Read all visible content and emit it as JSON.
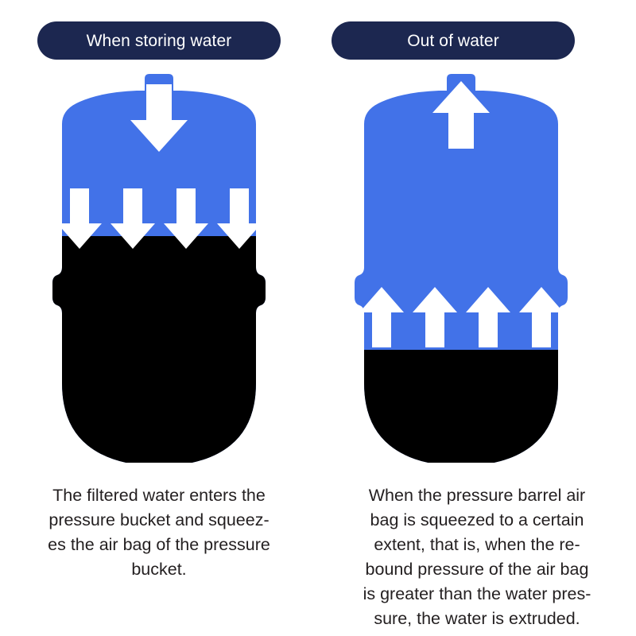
{
  "meta": {
    "figure_title": "Pressure tank (pressure bucket) operation diagram",
    "background_color": "#ffffff"
  },
  "colors": {
    "pill_navy": "#1c2750",
    "pill_text": "#ffffff",
    "tank_blue": "#4272e8",
    "tank_black": "#000000",
    "arrow_white": "#ffffff",
    "caption_text": "#231f20"
  },
  "panels": [
    {
      "id": "storing-water",
      "header": {
        "label": "When storing water"
      },
      "diagram": {
        "name": "pressure-tank-storing-water",
        "water_fill_percent": 58,
        "air_bag_region": "upper",
        "air_bag_color": "#4272e8",
        "water_region": "lower",
        "water_color": "#000000",
        "nozzle_position": "top-center",
        "arrows": {
          "direction": "down",
          "inlet_arrow_count": 1,
          "body_arrow_count": 4,
          "color": "#ffffff"
        }
      },
      "caption": {
        "full_text": "The filtered water enters the pressure bucket and squeezes the air bag of the pressure bucket.",
        "lines": [
          "The filtered water enters the",
          "pressure bucket and squeez-",
          "es the air bag of the pressure",
          "bucket."
        ]
      }
    },
    {
      "id": "out-of-water",
      "header": {
        "label": "Out of water"
      },
      "diagram": {
        "name": "pressure-tank-out-of-water",
        "water_fill_percent": 22,
        "air_bag_region": "upper",
        "air_bag_color": "#4272e8",
        "water_region": "lower",
        "water_color": "#000000",
        "nozzle_position": "top-center",
        "arrows": {
          "direction": "up",
          "inlet_arrow_count": 1,
          "body_arrow_count": 4,
          "color": "#ffffff"
        }
      },
      "caption": {
        "full_text": "When the pressure barrel air bag is squeezed to a certain extent, that is, when the rebound pressure of the air bag is greater than the water pressure, the water is extruded.",
        "lines": [
          "When the pressure barrel air",
          "bag is squeezed to a certain",
          "extent, that is, when the re-",
          "bound pressure of the air bag",
          "is greater than the water pres-",
          "sure, the water is extruded."
        ]
      }
    }
  ]
}
